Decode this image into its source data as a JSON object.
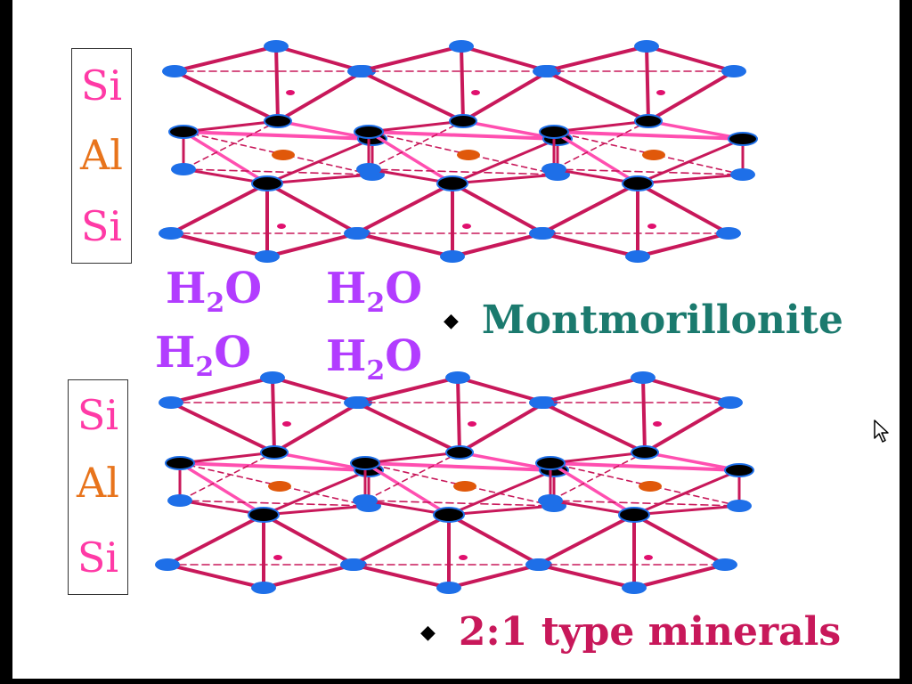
{
  "colors": {
    "bond": "#c8185a",
    "bond_light": "#ff4fb0",
    "oxygen": "#1e6fe8",
    "hydroxyl": "#000000",
    "silicon": "#e0106e",
    "aluminium": "#e0580a",
    "water": "#b23cff",
    "montmorillonite": "#1b7a6e",
    "type_minerals": "#c8185a"
  },
  "upper_layer": {
    "labels": [
      "Si",
      "Al",
      "Si"
    ]
  },
  "lower_layer": {
    "labels": [
      "Si",
      "Al",
      "Si"
    ]
  },
  "interlayer_water": [
    "H2O",
    "H2O",
    "H2O",
    "H2O"
  ],
  "bullets": {
    "montmorillonite": "Montmorillonite",
    "type_minerals": "2:1 type minerals"
  },
  "icons": {
    "bullet": "diamond-bullet-icon",
    "cursor": "mouse-pointer-icon"
  }
}
